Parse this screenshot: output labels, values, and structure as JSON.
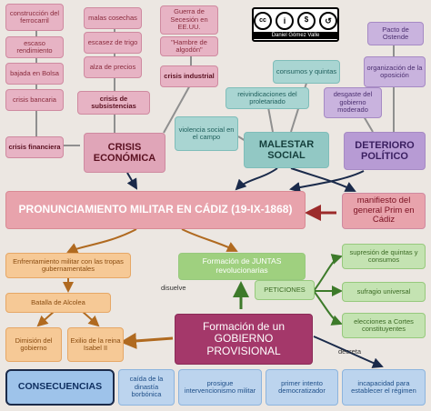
{
  "license": {
    "badge": "cc by nc sa",
    "author": "Daniel Gómez Valle"
  },
  "crisis_economica": {
    "title": "CRISIS ECONÓMICA",
    "causes": [
      "construcción del ferrocarril",
      "escaso rendimiento",
      "bajada en Bolsa",
      "crisis bancaria"
    ],
    "crisis_financiera": "crisis financiera",
    "subsistence": [
      "malas cosechas",
      "escasez de trigo",
      "alza de precios"
    ],
    "crisis_subsistencias": "crisis de subsistencias",
    "industrial": [
      "Guerra de Secesión en EE.UU.",
      "\"Hambre de algodón\""
    ],
    "crisis_industrial": "crisis industrial"
  },
  "malestar_social": {
    "title": "MALESTAR SOCIAL",
    "items": [
      "consumos y quintas",
      "reivindicaciones del proletariado",
      "violencia social en el campo"
    ]
  },
  "deterioro_politico": {
    "title": "DETERIORO POLÍTICO",
    "items": [
      "Pacto de Ostende",
      "organización de la oposición",
      "desgaste del gobierno moderado"
    ]
  },
  "pronunciamiento": "PRONUNCIAMIENTO MILITAR EN CÁDIZ (19-IX-1868)",
  "manifiesto": "manifiesto del general Prim en Cádiz",
  "left_branch": {
    "enfrentamiento": "Enfrentamiento militar con las tropas gubernamentales",
    "batalla": "Batalla de Alcolea",
    "dimision": "Dimisión del gobierno",
    "exilio": "Exilio de la reina Isabel II"
  },
  "juntas": "Formación de JUNTAS revolucionarias",
  "disuelve": "disuelve",
  "peticiones": "PETICIONES",
  "petitions": [
    "supresión de quintas y consumos",
    "sufragio universal",
    "elecciones a Cortes constituyentes"
  ],
  "gobierno": "Formación de un GOBIERNO PROVISIONAL",
  "decreta": "decreta",
  "consecuencias": {
    "title": "CONSECUENCIAS",
    "items": [
      "caída de la dinastía borbónica",
      "prosigue intervencionismo militar",
      "primer intento democratizador",
      "incapacidad para establecer el régimen"
    ]
  },
  "colors": {
    "pink": "#e7b3c4",
    "red": "#9c2b2b",
    "teal": "#a9d5d2",
    "purple": "#c9b3de",
    "orange": "#f6c996",
    "green": "#c4e3b2",
    "blue": "#bcd4ee"
  }
}
